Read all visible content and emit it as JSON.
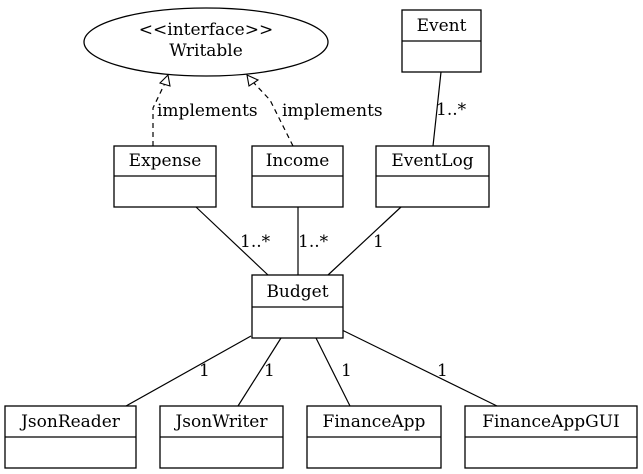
{
  "interface": {
    "stereotype": "<<interface>>",
    "name": "Writable"
  },
  "classes": {
    "event": "Event",
    "expense": "Expense",
    "income": "Income",
    "eventlog": "EventLog",
    "budget": "Budget",
    "jsonreader": "JsonReader",
    "jsonwriter": "JsonWriter",
    "financeapp": "FinanceApp",
    "financeappgui": "FinanceAppGUI"
  },
  "relations": {
    "expense_implements": "implements",
    "income_implements": "implements",
    "event_eventlog": "1..*",
    "expense_budget": "1..*",
    "income_budget": "1..*",
    "eventlog_budget": "1",
    "budget_jsonreader": "1",
    "budget_jsonwriter": "1",
    "budget_financeapp": "1",
    "budget_financeappgui": "1"
  }
}
